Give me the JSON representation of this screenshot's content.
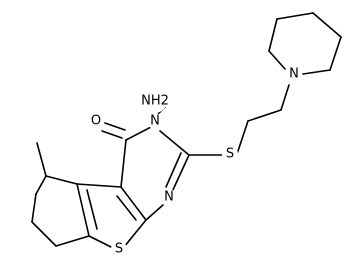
{
  "molecule": {
    "atoms": {
      "methyl": "",
      "amino": "NH2",
      "ketone_oxygen": "O",
      "pyrimidine_n3": "N",
      "pyrimidine_n1": "N",
      "thioether_sulfur": "S",
      "thiophene_sulfur": "S",
      "piperidine_nitrogen": "N"
    }
  }
}
